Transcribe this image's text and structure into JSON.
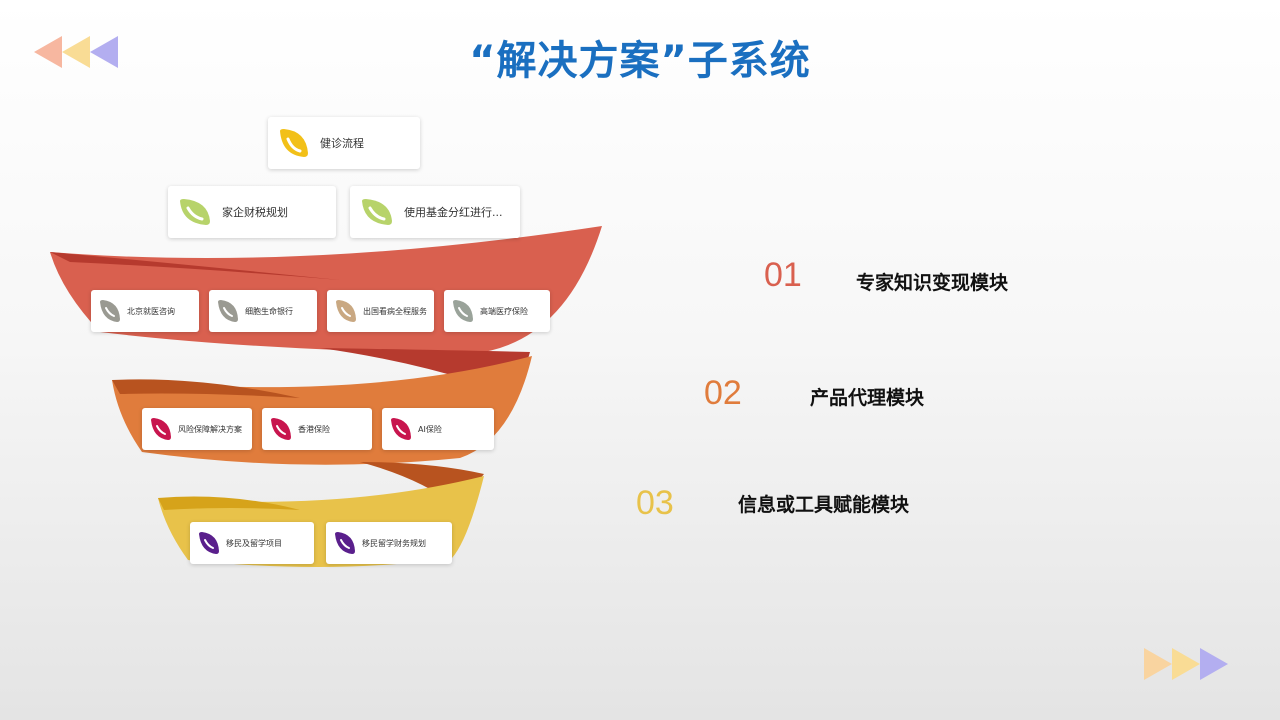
{
  "title": "“解决方案”子系统",
  "colors": {
    "title": "#1a6fc0",
    "band_red": "#d9604f",
    "band_orange": "#e07c3c",
    "band_yellow": "#e8c24a",
    "num_red": "#d9604f",
    "num_orange": "#e07c3c",
    "num_yellow": "#e8c24a"
  },
  "funnel": {
    "top_cards": [
      {
        "label": "健诊流程",
        "icon": "yellow-phone-icon"
      },
      {
        "label": "家企财税规划",
        "icon": "green-phone-icon"
      },
      {
        "label": "使用基金分红进行...",
        "icon": "green-phone-icon"
      }
    ],
    "red_row": [
      {
        "label": "北京就医咨询",
        "icon": "gray-phone-icon"
      },
      {
        "label": "细胞生命银行",
        "icon": "gray-phone-icon"
      },
      {
        "label": "出国看病全程服务",
        "icon": "tan-phone-icon"
      },
      {
        "label": "高端医疗保险",
        "icon": "gray-phone-icon"
      }
    ],
    "orange_row": [
      {
        "label": "风险保障解决方案",
        "icon": "crimson-phone-icon"
      },
      {
        "label": "香港保险",
        "icon": "crimson-phone-icon"
      },
      {
        "label": "AI保险",
        "icon": "crimson-phone-icon"
      }
    ],
    "yellow_row": [
      {
        "label": "移民及留学项目",
        "icon": "purple-phone-icon"
      },
      {
        "label": "移民留学财务规划",
        "icon": "purple-phone-icon"
      }
    ]
  },
  "modules": [
    {
      "num": "01",
      "label": "专家知识变现模块"
    },
    {
      "num": "02",
      "label": "产品代理模块"
    },
    {
      "num": "03",
      "label": "信息或工具赋能模块"
    }
  ]
}
